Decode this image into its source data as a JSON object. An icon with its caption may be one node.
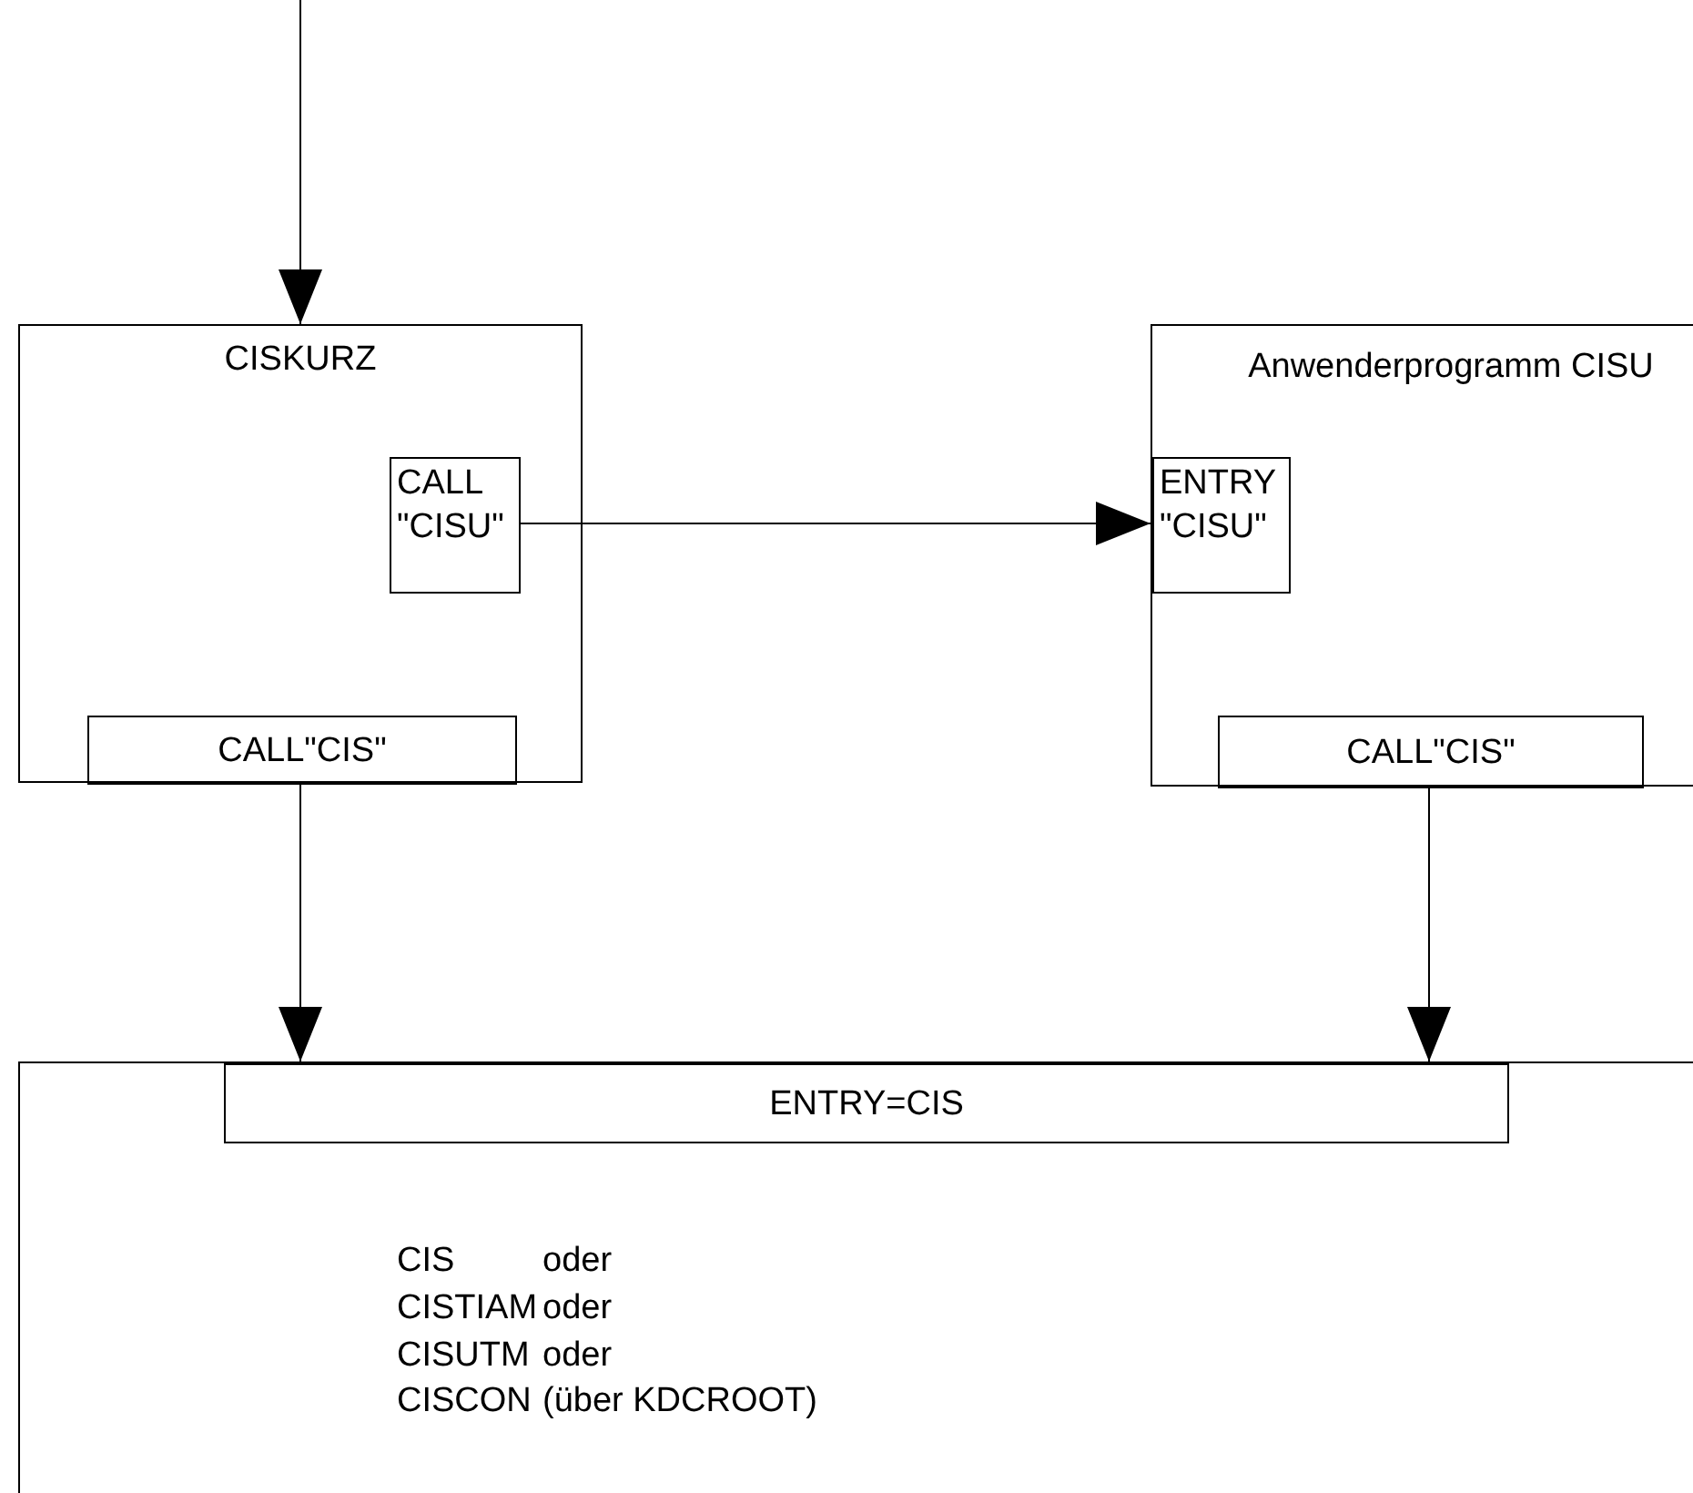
{
  "diagram": {
    "nodes": [
      {
        "text": [
          "CISKURZ"
        ]
      },
      {
        "text": [
          "CALL \"CISU\""
        ],
        "in": 0
      },
      {
        "text": [
          "CALL\"CIS\""
        ],
        "in": 0
      },
      {
        "text": [
          "Anwenderprogramm CISU"
        ]
      },
      {
        "text": [
          "ENTRY \"CISU\""
        ],
        "in": 3
      },
      {
        "text": [
          "CALL\"CIS\""
        ],
        "in": 3
      },
      {
        "text": [
          "CIS",
          "oder",
          "CISTIAM",
          "oder",
          "CISUTM",
          "oder",
          "CISCON",
          "(über KDCROOT)"
        ]
      },
      {
        "text": [
          "ENTRY=CIS"
        ],
        "in": 6
      }
    ],
    "edges": [
      {
        "from": null,
        "to": 0,
        "arrow": "to"
      },
      {
        "from": 1,
        "to": 4,
        "arrow": "to"
      },
      {
        "from": 2,
        "to": 7,
        "arrow": "to"
      },
      {
        "from": 5,
        "to": 7,
        "arrow": "to"
      }
    ]
  }
}
